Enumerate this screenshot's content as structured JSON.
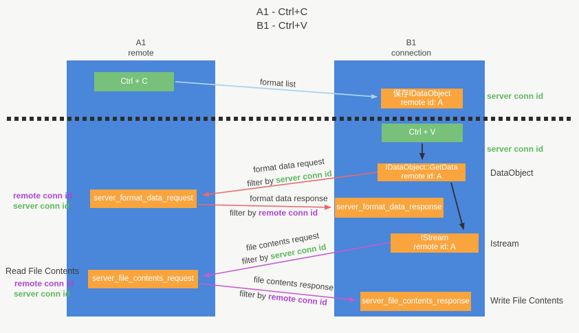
{
  "title": {
    "line1": "A1 - Ctrl+C",
    "line2": "B1 - Ctrl+V"
  },
  "lanes": {
    "a": {
      "name": "A1",
      "role": "remote"
    },
    "b": {
      "name": "B1",
      "role": "connection"
    }
  },
  "nodes": {
    "ctrl_c": "Ctrl + C",
    "ctrl_v": "Ctrl + V",
    "save_idataobject": {
      "line1": "保存IDataObject",
      "line2": "remote id: A"
    },
    "getdata": {
      "line1": "IDataObject::GetData",
      "line2": "remote id: A"
    },
    "format_request": "server_format_data_request",
    "format_response": "server_format_data_response",
    "istream": {
      "line1": "IStream",
      "line2": "remote id: A"
    },
    "file_request": "server_file_contents_request",
    "file_response": "server_file_contents_response"
  },
  "side_labels": {
    "server_conn_id_top": "server conn id",
    "server_conn_id_mid": "server conn id",
    "dataobject": "DataObject",
    "istream": "Istream",
    "write_file_contents": "Write File Contents",
    "read_file_contents": "Read File Contents",
    "left_remote_conn_id_1": "remote conn id",
    "left_server_conn_id_1": "server conn id",
    "left_remote_conn_id_2": "remote conn id",
    "left_server_conn_id_2": "server conn id"
  },
  "arrow_labels": {
    "format_list": "format list",
    "format_data_request": "format data request",
    "format_data_response": "format data response",
    "file_contents_request": "file contents request",
    "file_contents_response": "file contents response",
    "filter_by": "filter by",
    "server_conn_id": "server conn id",
    "remote_conn_id": "remote conn id"
  },
  "colors": {
    "background": "#f7f7f6",
    "lane_blue": "#4a86d9",
    "box_green": "#77c17b",
    "box_orange": "#f9a43d",
    "arrow_lightblue": "#a9d3f2",
    "arrow_red": "#e96b6b",
    "arrow_magenta": "#c75bcf",
    "arrow_black": "#303030",
    "text_green": "#5cb85c",
    "text_purple": "#ab47d1"
  }
}
